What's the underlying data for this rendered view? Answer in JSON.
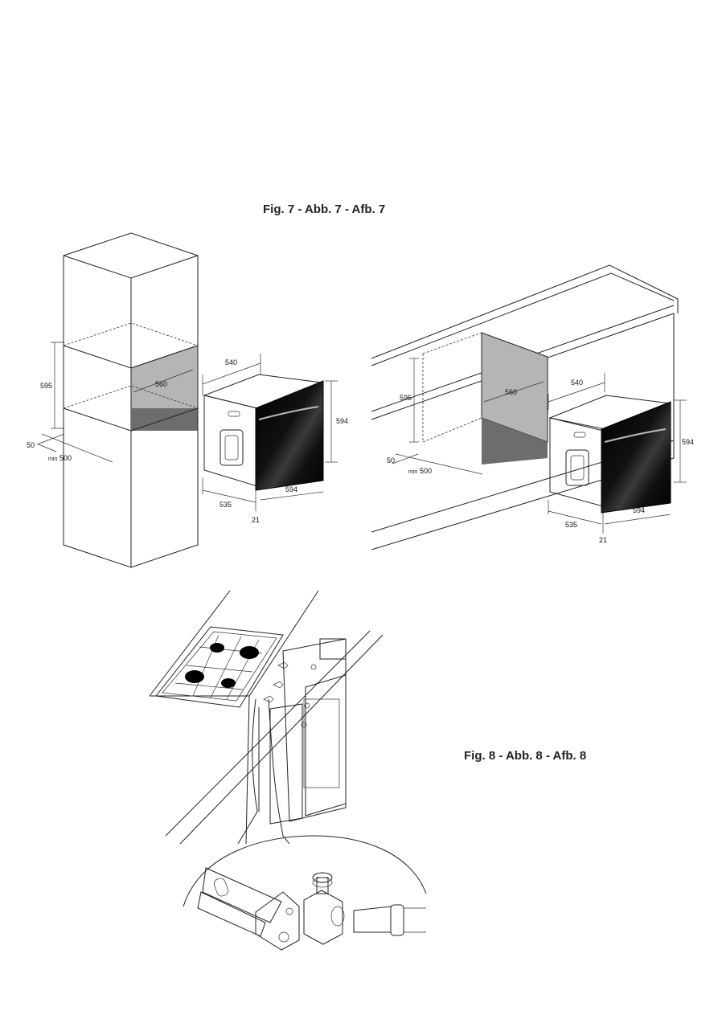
{
  "captions": {
    "fig7": "Fig. 7 - Abb. 7 - Afb. 7",
    "fig8": "Fig. 8 - Abb. 8 - Afb. 8"
  },
  "fig7_left": {
    "cabinet_height": "595",
    "niche_width": "560",
    "offset": "50",
    "min_label": "min",
    "depth": "500",
    "oven_depth": "540",
    "oven_height": "594",
    "oven_width": "594",
    "body_depth": "535",
    "front": "21"
  },
  "fig7_right": {
    "cabinet_height": "595",
    "niche_width": "560",
    "offset": "50",
    "min_label": "min",
    "depth": "500",
    "oven_depth": "540",
    "oven_height": "594",
    "oven_width": "594",
    "body_depth": "535",
    "front": "21"
  }
}
